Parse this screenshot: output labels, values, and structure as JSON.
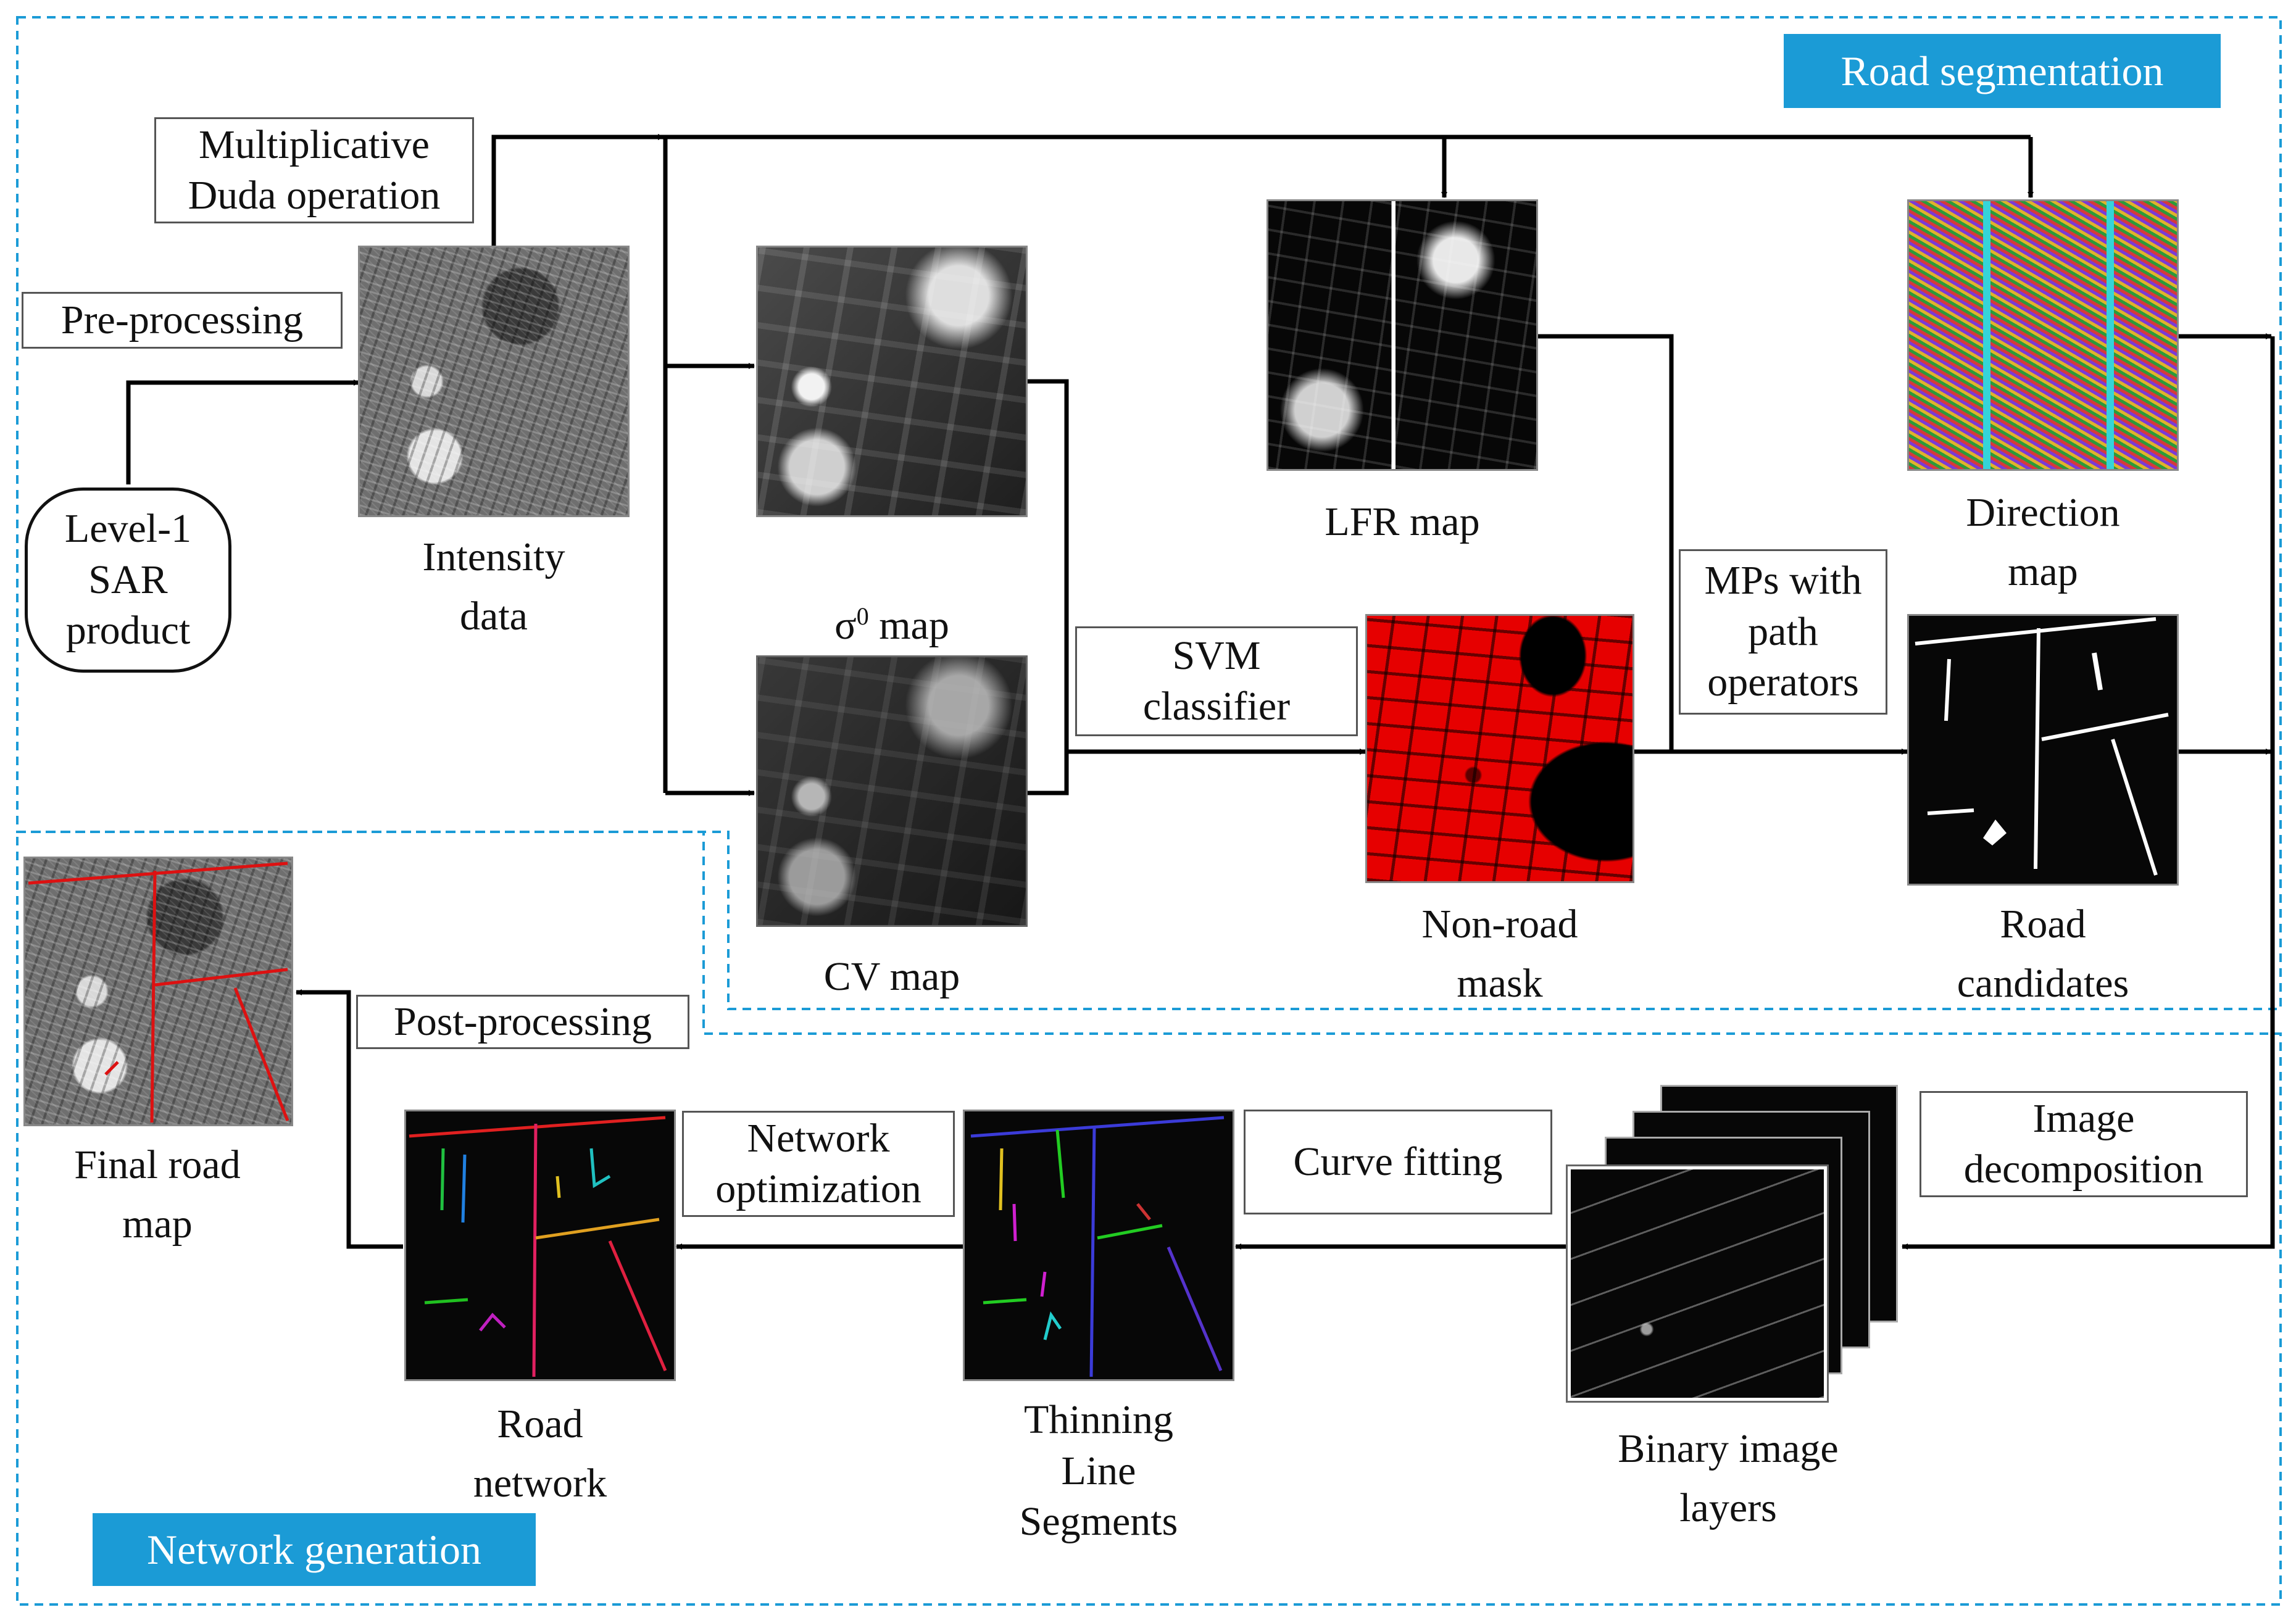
{
  "sections": {
    "road_segmentation": "Road segmentation",
    "network_generation": "Network generation"
  },
  "colors": {
    "section_banner": "#1b9bd6",
    "section_border": "#1b9bd6",
    "arrow": "#000000",
    "mask_red": "#e60000"
  },
  "operations": {
    "duda": "Multiplicative\nDuda operation",
    "preprocessing": "Pre-processing",
    "svm": "SVM\nclassifier",
    "mps": "MPs with\npath\noperators",
    "decomposition": "Image\ndecomposition",
    "curve_fitting": "Curve fitting",
    "network_optimization": "Network\noptimization",
    "postprocessing": "Post-processing"
  },
  "input": "Level-1\nSAR\nproduct",
  "images": {
    "intensity": "Intensity\ndata",
    "sigma0_symbol": "σ",
    "sigma0_sup": "0",
    "sigma0_rest": " map",
    "cv": "CV map",
    "lfr": "LFR map",
    "direction": "Direction\nmap",
    "nonroad": "Non-road\nmask",
    "candidates": "Road\ncandidates",
    "binary_layers": "Binary image\nlayers",
    "thinning": "Thinning\nLine\nSegments",
    "road_network": "Road\nnetwork",
    "final": "Final road\nmap"
  }
}
